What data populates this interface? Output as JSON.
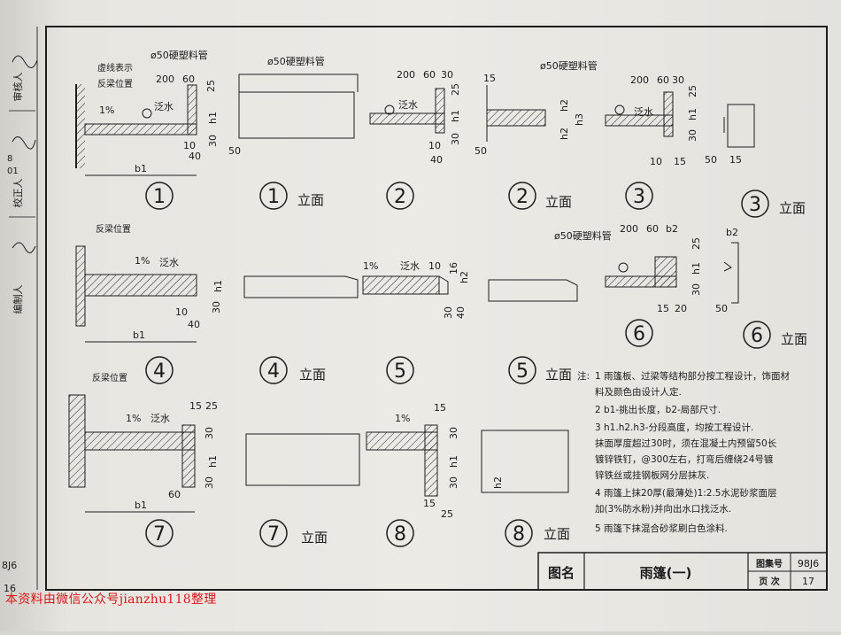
{
  "side_labels": [
    "审核人",
    "校正人",
    "编制人"
  ],
  "side_fragments": [
    "8",
    "01",
    "8J6",
    "16"
  ],
  "annotations": {
    "pipe": "ø50硬塑料管",
    "dash_line": "虚线表示",
    "fanliang": "反梁位置",
    "slope": "1%",
    "fanshui": "泛水",
    "d200": "200",
    "d60": "60",
    "d30": "30",
    "d25": "25",
    "d10": "10",
    "d40": "40",
    "d50": "50",
    "d15": "15",
    "d16": "16",
    "d20": "20",
    "b1": "b1",
    "b2": "b2",
    "h1": "h1",
    "h2": "h2",
    "h3": "h3"
  },
  "figures": [
    {
      "num": "1",
      "elev": false
    },
    {
      "num": "1",
      "elev": true
    },
    {
      "num": "2",
      "elev": false
    },
    {
      "num": "2",
      "elev": true
    },
    {
      "num": "3",
      "elev": false
    },
    {
      "num": "3",
      "elev": true
    },
    {
      "num": "4",
      "elev": false
    },
    {
      "num": "4",
      "elev": true
    },
    {
      "num": "5",
      "elev": false
    },
    {
      "num": "5",
      "elev": true
    },
    {
      "num": "6",
      "elev": false
    },
    {
      "num": "6",
      "elev": true
    },
    {
      "num": "7",
      "elev": false
    },
    {
      "num": "7",
      "elev": true
    },
    {
      "num": "8",
      "elev": false
    },
    {
      "num": "8",
      "elev": true
    }
  ],
  "elevation_label": "立面",
  "notes": {
    "prefix": "注:",
    "lines": [
      "1  雨篷板、过梁等结构部分按工程设计，饰面材",
      "    料及颜色由设计人定.",
      "2  b1-挑出长度，b2-局部尺寸.",
      "3  h1.h2.h3-分段高度，均按工程设计.",
      "    抹面厚度超过30时，须在混凝土内预留50长",
      "    镀锌铁钉，@300左右，打弯后缠绕24号镀",
      "    锌铁丝或挂钢板网分层抹灰.",
      "4  雨篷上抹20厚(最薄处)1:2.5水泥砂浆面层",
      "    加(3%防水粉)并向出水口找泛水.",
      "5  雨篷下抹混合砂浆刷白色涂料."
    ]
  },
  "title_block": {
    "name_label": "图名",
    "title": "雨篷(一)",
    "atlas_label": "图集号",
    "atlas_value": "98J6",
    "page_label": "页 次",
    "page_value": "17"
  },
  "watermark": "本资料由微信公众号jianzhu118整理"
}
